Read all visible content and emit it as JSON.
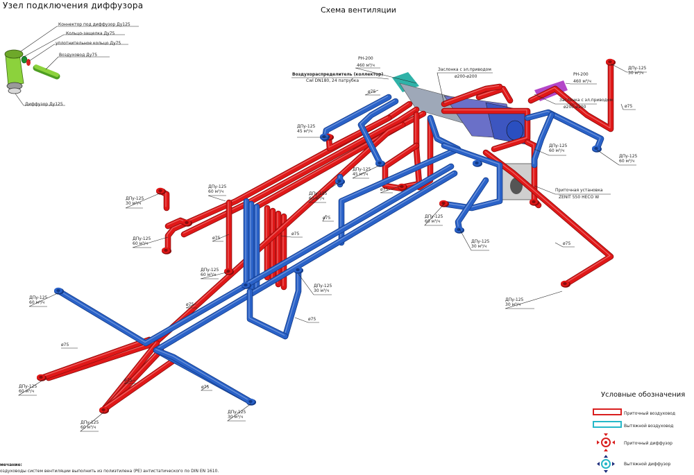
{
  "titles": {
    "node_title": "Узел подключения диффузора",
    "scheme_title": "Схема вентиляции",
    "legend_title": "Условные обозначения"
  },
  "node_callouts": {
    "connector": "Коннектор под диффузор Ду125",
    "ring_latch": "Кольцо-защелка Ду75",
    "seal_ring": "уплотнительное кольцо Ду75",
    "duct": "Воздуховод Ду75",
    "diffuser": "Диффузор Ду125"
  },
  "equipment": {
    "collector_line1": "Воздухораспределитель (коллектор)",
    "collector_line2": "Cwl DN180, 24 патрубка",
    "damper_top": "Заслонка с эл.приводом",
    "damper_top_size": "ø200-ø200",
    "damper_right": "Заслонка с эл.приводом",
    "damper_right_size": "ø200-ø200",
    "unit_line1": "Приточная установка",
    "unit_line2": "ZENIT 550 HECO W",
    "rn_left": "РН-200",
    "rn_left_flow": "460 м³/ч",
    "rn_right": "РН-200",
    "rn_right_flow": "460 м³/ч"
  },
  "diffuser_labels": [
    {
      "name": "ДПу-125",
      "flow": "30 м³/ч"
    },
    {
      "name": "ДПу-125",
      "flow": "45 м³/ч"
    },
    {
      "name": "ДПу-125",
      "flow": "30 м³/ч"
    },
    {
      "name": "ДПу-125",
      "flow": "60 м³/ч"
    },
    {
      "name": "ДПу-125",
      "flow": "60 м³/ч"
    },
    {
      "name": "ДПу-125",
      "flow": "45 м³/ч"
    },
    {
      "name": "ДПу-125",
      "flow": "60 м³/ч"
    },
    {
      "name": "ДПу-125",
      "flow": "60 м³/ч"
    },
    {
      "name": "ДПу-125",
      "flow": "60 м³/ч"
    },
    {
      "name": "ДПу-125",
      "flow": "60 м³/ч"
    },
    {
      "name": "ДПу-125",
      "flow": "60 м³/ч"
    },
    {
      "name": "ДПу-125",
      "flow": "30 м³/ч"
    },
    {
      "name": "ДПу-125",
      "flow": "30 м³/ч"
    },
    {
      "name": "ДПу-125",
      "flow": "30 м³/ч"
    },
    {
      "name": "ДПу-125",
      "flow": "60 м³/ч"
    },
    {
      "name": "ДПу-125",
      "flow": "60 м³/ч"
    },
    {
      "name": "ДПу-125",
      "flow": "60 м³/ч"
    },
    {
      "name": "ДПу-125",
      "flow": "30 м³/ч"
    }
  ],
  "pipe_size": "ø75",
  "legend": {
    "supply_duct": "Приточный воздуховод",
    "exhaust_duct": "Вытяжной воздуховод",
    "supply_diffuser": "Приточный диффузор",
    "exhaust_diffuser": "Вытяжной диффузор"
  },
  "note": {
    "heading": "мечание:",
    "text": "оздуховоды систем вентиляции выполнить из полиэтилена (PE) антистатического по DIN EN 1610."
  },
  "colors": {
    "supply": "#e01818",
    "exhaust": "#2a62c8",
    "supply_dark": "#8a0c0c",
    "exhaust_dark": "#123a88",
    "legend_supply": "#d91e1e",
    "legend_exhaust": "#25b8c8",
    "diffuser_green": "#8cd23c"
  }
}
